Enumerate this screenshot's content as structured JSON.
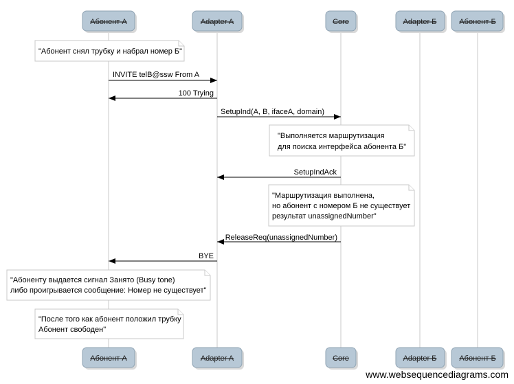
{
  "actors": [
    {
      "id": "abA",
      "label": "Абонент А"
    },
    {
      "id": "adA",
      "label": "Adapter A"
    },
    {
      "id": "core",
      "label": "Core"
    },
    {
      "id": "adB",
      "label": "Adapter Б"
    },
    {
      "id": "abB",
      "label": "Абонент Б"
    }
  ],
  "events": [
    {
      "type": "note",
      "lines": [
        "\"Абонент снял трубку и набрал номер Б\""
      ]
    },
    {
      "type": "message",
      "from": "abA",
      "to": "adA",
      "label": "INVITE telB@ssw From A"
    },
    {
      "type": "message",
      "from": "adA",
      "to": "abA",
      "label": "100 Trying"
    },
    {
      "type": "message",
      "from": "adA",
      "to": "core",
      "label": "SetupInd(A, B, ifaceA, domain)"
    },
    {
      "type": "note",
      "lines": [
        "\"Выполняется маршрутизация",
        "для поиска интерфейса абонента Б\""
      ]
    },
    {
      "type": "message",
      "from": "core",
      "to": "adA",
      "label": "SetupIndAck"
    },
    {
      "type": "note",
      "lines": [
        "\"Маршрутизация выполнена,",
        "но абонент с номером Б не существует",
        "результат unassignedNumber\""
      ]
    },
    {
      "type": "message",
      "from": "core",
      "to": "adA",
      "label": "ReleaseReq(unassignedNumber)"
    },
    {
      "type": "message",
      "from": "adA",
      "to": "abA",
      "label": "BYE"
    },
    {
      "type": "note",
      "lines": [
        "\"Абоненту выдается сигнал Занято (Busy tone)",
        "либо проигрывается сообщение: Номер не существует\""
      ]
    },
    {
      "type": "note",
      "lines": [
        "\"После того как абонент положил трубку",
        "Абонент свободен\""
      ]
    }
  ],
  "watermark": "www.websequencediagrams.com"
}
